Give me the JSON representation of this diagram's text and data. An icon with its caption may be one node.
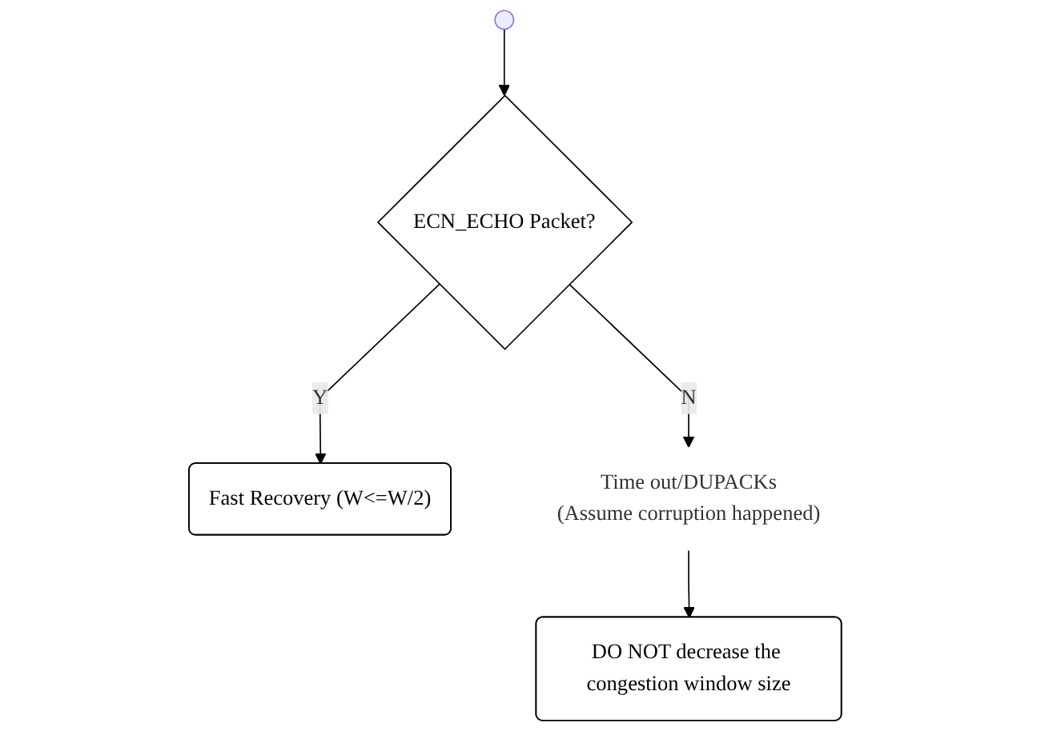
{
  "diagram": {
    "nodes": [
      {
        "text": [
          "ECN_ECHO Packet?"
        ]
      },
      {
        "text": [
          "Fast Recovery (W<=W/2)"
        ]
      },
      {
        "text": [
          "Time out/DUPACKs",
          "(Assume corruption happened)"
        ]
      },
      {
        "text": [
          "DO NOT decrease the congestion window size"
        ]
      }
    ],
    "edges": [
      {
        "from": null,
        "to": 0,
        "arrow": "to"
      },
      {
        "from": 0,
        "to": 1,
        "arrow": "to",
        "label": "Y"
      },
      {
        "from": 0,
        "to": 2,
        "arrow": "to",
        "label": "N"
      },
      {
        "from": 2,
        "to": 3,
        "arrow": "to"
      }
    ]
  }
}
